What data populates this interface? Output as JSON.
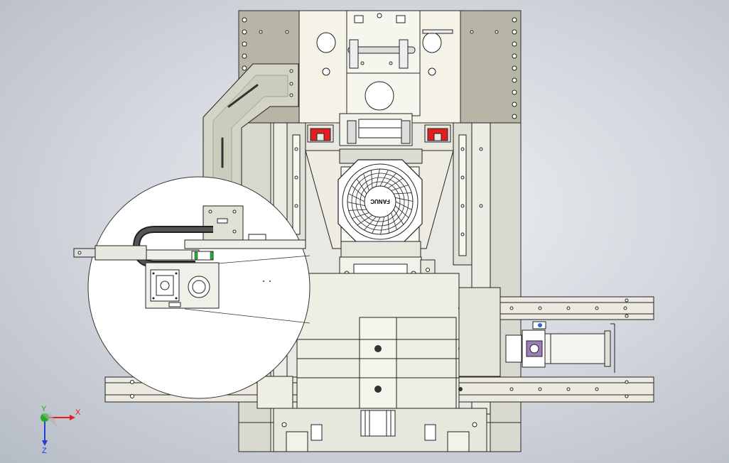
{
  "motor": {
    "brand_text": "FANUC"
  },
  "triad": {
    "x_label": "X",
    "y_label": "Y",
    "z_label": "Z",
    "x_color": "#e02020",
    "y_color": "#20b020",
    "z_color": "#2040d0"
  },
  "colors": {
    "background": "#d7dbe1",
    "frame": "#e8e8e2",
    "frame_dark": "#b8b8aa",
    "plate": "#f3f1e6",
    "outline": "#2a2a2a",
    "rail_block_red": "#e02020",
    "zoom_circle": "#ffffff",
    "cable_chain": "#222222"
  }
}
